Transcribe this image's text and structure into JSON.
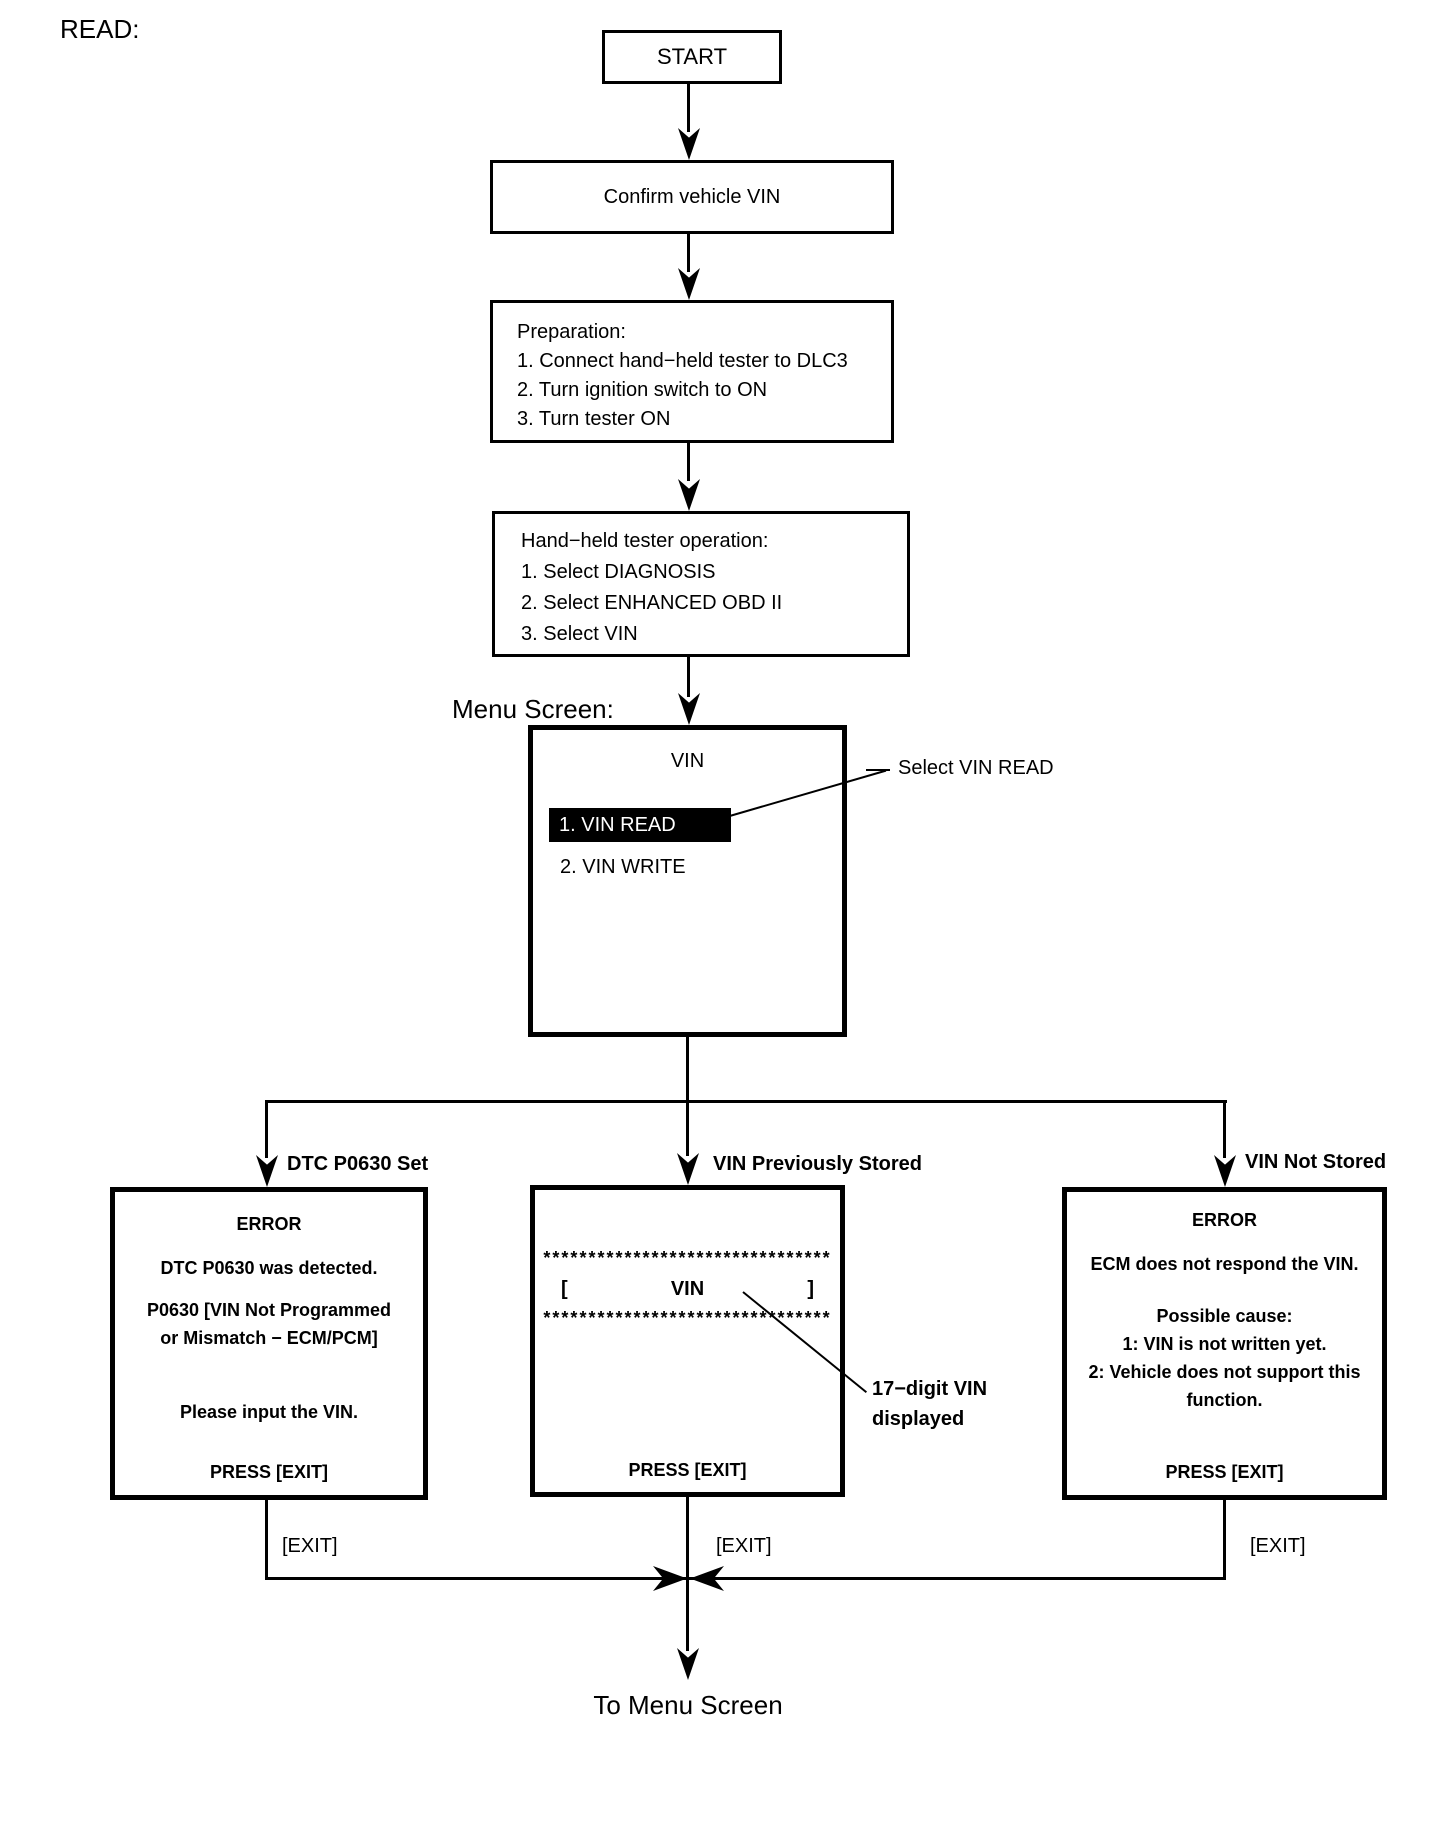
{
  "page": {
    "read_label": "READ:",
    "menu_screen_label": "Menu Screen:",
    "to_menu_screen_label": "To Menu Screen",
    "colors": {
      "ink": "#000000",
      "paper": "#ffffff",
      "highlight_bg": "#000000",
      "highlight_text": "#ffffff"
    }
  },
  "flow": {
    "start_label": "START",
    "confirm_label": "Confirm vehicle VIN",
    "preparation": {
      "title": "Preparation:",
      "steps": [
        "1. Connect hand−held tester to DLC3",
        "2. Turn ignition switch to ON",
        "3. Turn tester ON"
      ]
    },
    "tester_operation": {
      "title": "Hand−held tester operation:",
      "steps": [
        "1. Select DIAGNOSIS",
        "2. Select ENHANCED OBD II",
        "3. Select VIN"
      ]
    },
    "menu": {
      "title": "VIN",
      "read_item": "1. VIN READ",
      "write_item": "2. VIN WRITE",
      "annotation": "Select VIN READ"
    }
  },
  "branches": {
    "dtc_set": {
      "label": "DTC P0630 Set",
      "lines": [
        "ERROR",
        "DTC P0630 was detected.",
        "P0630  [VIN Not Programmed",
        "or Mismatch − ECM/PCM]",
        "Please input the VIN.",
        "PRESS [EXIT]"
      ],
      "exit_label": "[EXIT]"
    },
    "vin_stored": {
      "label": "VIN Previously Stored",
      "stars": "********************************",
      "bracket_open": "[",
      "vin_label": "VIN",
      "bracket_close": "]",
      "press_exit": "PRESS [EXIT]",
      "annotation": [
        "17−digit VIN",
        "displayed"
      ],
      "exit_label": "[EXIT]"
    },
    "vin_not_stored": {
      "label": "VIN Not Stored",
      "lines": [
        "ERROR",
        "ECM does not respond the VIN.",
        "Possible cause:",
        "1: VIN is not written yet.",
        "2: Vehicle does not support this",
        "function.",
        "PRESS [EXIT]"
      ],
      "exit_label": "[EXIT]"
    }
  }
}
